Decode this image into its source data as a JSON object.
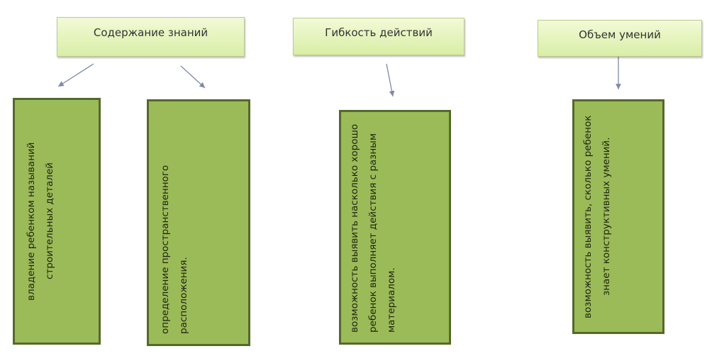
{
  "headers": {
    "content": "Содержание знаний",
    "flexibility": "Гибкость действий",
    "volume": "Объем умений"
  },
  "boxes": {
    "naming": "владение ребенком называний строительных деталей",
    "spatial": "определение пространственного расположения.",
    "actions": "возможность выявить насколько хорошо ребенок выполняет действия с разным материалом.",
    "skills": "возможность выявить, сколько ребенок знает конструктивных умений."
  },
  "colors": {
    "box_fill": "#9bbb59",
    "box_border": "#56682c",
    "header_fill": "#e4f3bb",
    "arrow": "#7d8aa8"
  }
}
